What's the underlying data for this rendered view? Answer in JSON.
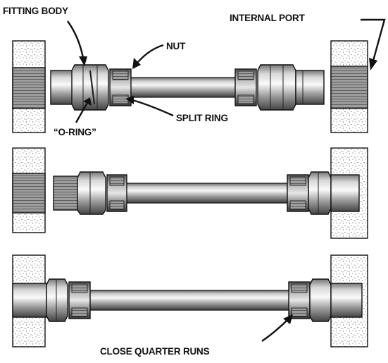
{
  "labels": {
    "fitting_body": "FITTING BODY",
    "internal_port": "INTERNAL PORT",
    "nut": "NUT",
    "o_ring": "“O-RING”",
    "split_ring": "SPLIT RING",
    "close_quarter_runs": "CLOSE QUARTER RUNS"
  },
  "colors": {
    "ink": "#111111",
    "metal_dark": "#555555",
    "metal_mid": "#9a9a9a",
    "metal_light": "#eeeeee",
    "wall": "#ffffff"
  }
}
